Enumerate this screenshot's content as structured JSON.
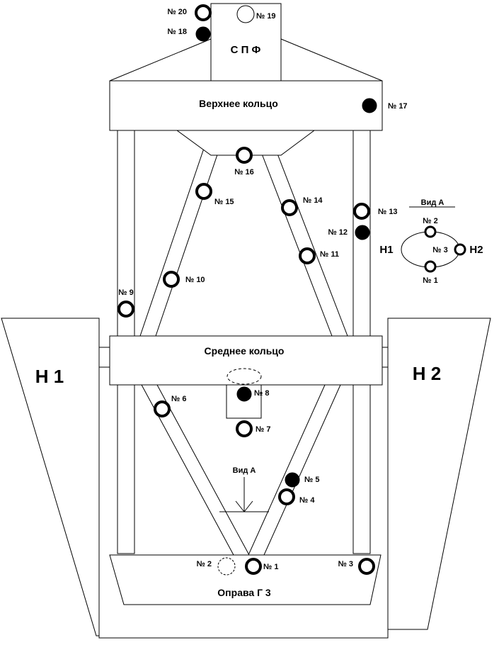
{
  "structure": {
    "spf": "С П Ф",
    "upper_ring": "Верхнее  кольцо",
    "middle_ring": "Среднее  кольцо",
    "mount": "Оправа Г 3",
    "h1": "Н 1",
    "h2": "Н 2",
    "view_a": "Вид А"
  },
  "view_a_detail": {
    "title": "Вид А",
    "h1": "Н1",
    "h2": "Н2",
    "n1": "№ 1",
    "n2": "№ 2",
    "n3": "№ 3"
  },
  "sensors": {
    "n1": "№ 1",
    "n2": "№ 2",
    "n3": "№ 3",
    "n4": "№ 4",
    "n5": "№ 5",
    "n6": "№ 6",
    "n7": "№ 7",
    "n8": "№ 8",
    "n9": "№ 9",
    "n10": "№ 10",
    "n11": "№ 11",
    "n12": "№ 12",
    "n13": "№ 13",
    "n14": "№ 14",
    "n15": "№ 15",
    "n16": "№ 16",
    "n17": "№ 17",
    "n18": "№ 18",
    "n19": "№ 19",
    "n20": "№ 20"
  },
  "legend_styles": {
    "ring_marker": "open circle",
    "dot_marker": "filled circle",
    "hidden_marker": "dashed circle"
  }
}
